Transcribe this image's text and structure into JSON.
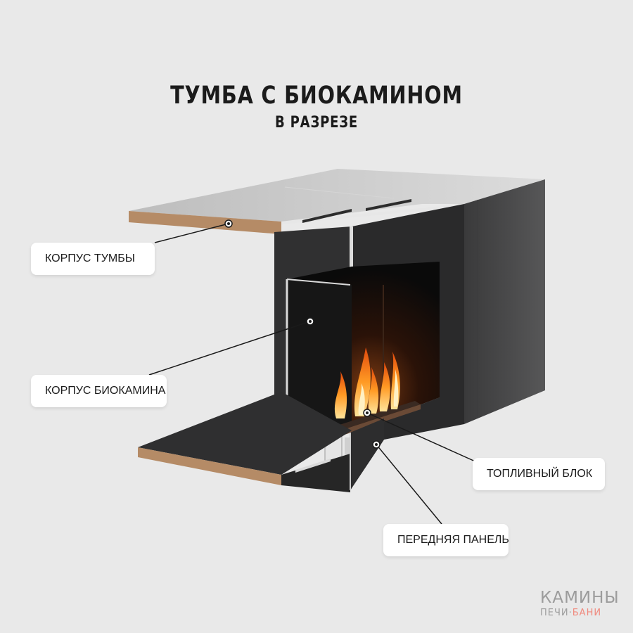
{
  "title": "ТУМБА С БИОКАМИНОМ",
  "subtitle": "В РАЗРЕЗЕ",
  "labels": {
    "cabinet_body": "КОРПУС ТУМБЫ",
    "fireplace_body": "КОРПУС БИОКАМИНА",
    "fuel_block": "ТОПЛИВНЫЙ БЛОК",
    "front_panel": "ПЕРЕДНЯЯ ПАНЕЛЬ"
  },
  "logo": {
    "top": "КАМИНЫ",
    "bottom_left": "ПЕЧИ·",
    "bottom_right": "БАНИ"
  },
  "colors": {
    "background": "#e9e9e9",
    "metal_dark": "#2f2f30",
    "metal_side": "#4a4a4b",
    "metal_top": "#c9c9c9",
    "wood_edge": "#b58b66",
    "flame": "#ff8a1c"
  }
}
